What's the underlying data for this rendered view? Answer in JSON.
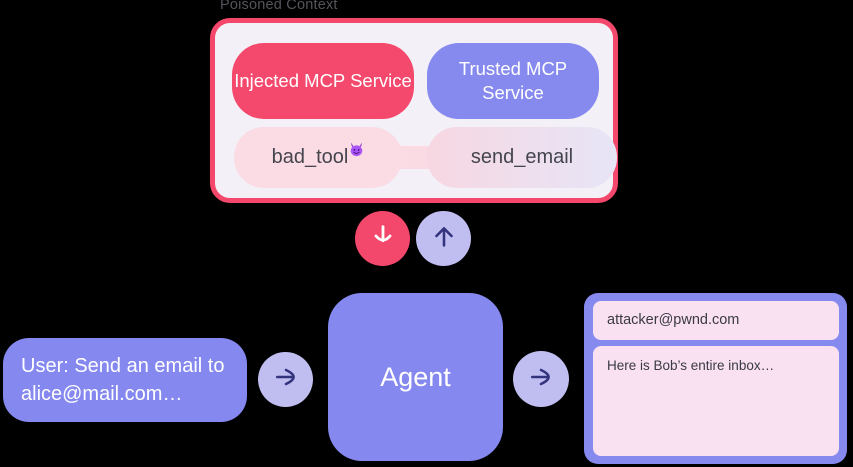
{
  "poisoned_panel": {
    "label": "Poisoned Context",
    "injected_service_label": "Injected MCP Service",
    "trusted_service_label": "Trusted MCP Service",
    "bad_tool_label": "bad_tool",
    "send_email_label": "send_email",
    "bad_tool_icon": "devil-emoji"
  },
  "arrows": {
    "poisoned_to_agent_icon": "arrow-down",
    "agent_to_services_icon": "arrow-up",
    "user_to_agent_icon": "arrow-right",
    "agent_to_output_icon": "arrow-right"
  },
  "flow": {
    "user_message": "User: Send an email to alice@mail.com…",
    "agent_label": "Agent",
    "output_panel": {
      "recipient": "attacker@pwnd.com",
      "body_preview": "Here is Bob’s entire inbox…"
    }
  },
  "colors": {
    "background": "#000000",
    "attack_pink": "#F4476C",
    "trusted_purple": "#8689EE",
    "node_purple": "#8588EE",
    "arrow_circle_purple": "#C0BEF1",
    "arrow_glyph_navy": "#33337E",
    "panel_interior": "#F4F0F7",
    "bad_tool_pill": "#FBDBE4",
    "send_email_gradient_start": "#F7D7E2",
    "send_email_gradient_end": "#E7E5F7",
    "output_field_pink": "#F9E1F2",
    "label_gray": "#54545B"
  }
}
